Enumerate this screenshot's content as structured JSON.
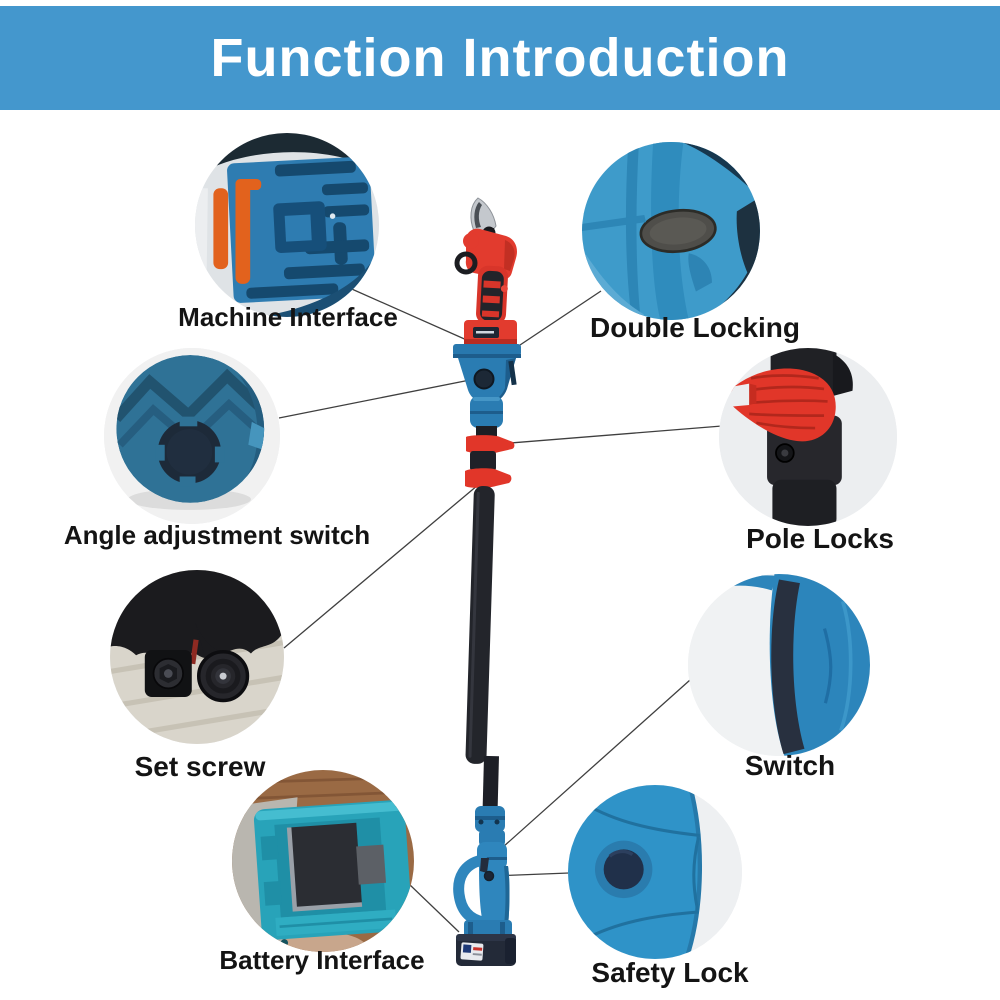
{
  "header": {
    "title": "Function Introduction",
    "bg_color": "#4497cd",
    "text_color": "#ffffff"
  },
  "callouts": [
    {
      "id": "machine-interface",
      "label": "Machine Interface",
      "photo": "machine-mount-closeup-icon"
    },
    {
      "id": "double-locking",
      "label": "Double Locking",
      "photo": "double-lock-button-closeup-icon"
    },
    {
      "id": "angle-adjustment-switch",
      "label": "Angle adjustment switch",
      "photo": "angle-knob-closeup-icon"
    },
    {
      "id": "pole-locks",
      "label": "Pole Locks",
      "photo": "red-lever-clamp-closeup-icon"
    },
    {
      "id": "set-screw",
      "label": "Set screw",
      "photo": "set-screw-closeup-icon"
    },
    {
      "id": "switch",
      "label": "Switch",
      "photo": "trigger-switch-closeup-icon"
    },
    {
      "id": "battery-interface",
      "label": "Battery Interface",
      "photo": "battery-slot-closeup-icon"
    },
    {
      "id": "safety-lock",
      "label": "Safety Lock",
      "photo": "safety-lock-button-closeup-icon"
    }
  ],
  "palette": {
    "header_blue": "#4497cd",
    "product_blue": "#2a7cb2",
    "product_red": "#e23b2e",
    "lever_red": "#e13629",
    "clip_orange": "#e2621d",
    "battery_teal": "#28a3b9",
    "dark_navy": "#1d1f26",
    "connector_line": "#3f3f3f",
    "label_text": "#141414"
  }
}
